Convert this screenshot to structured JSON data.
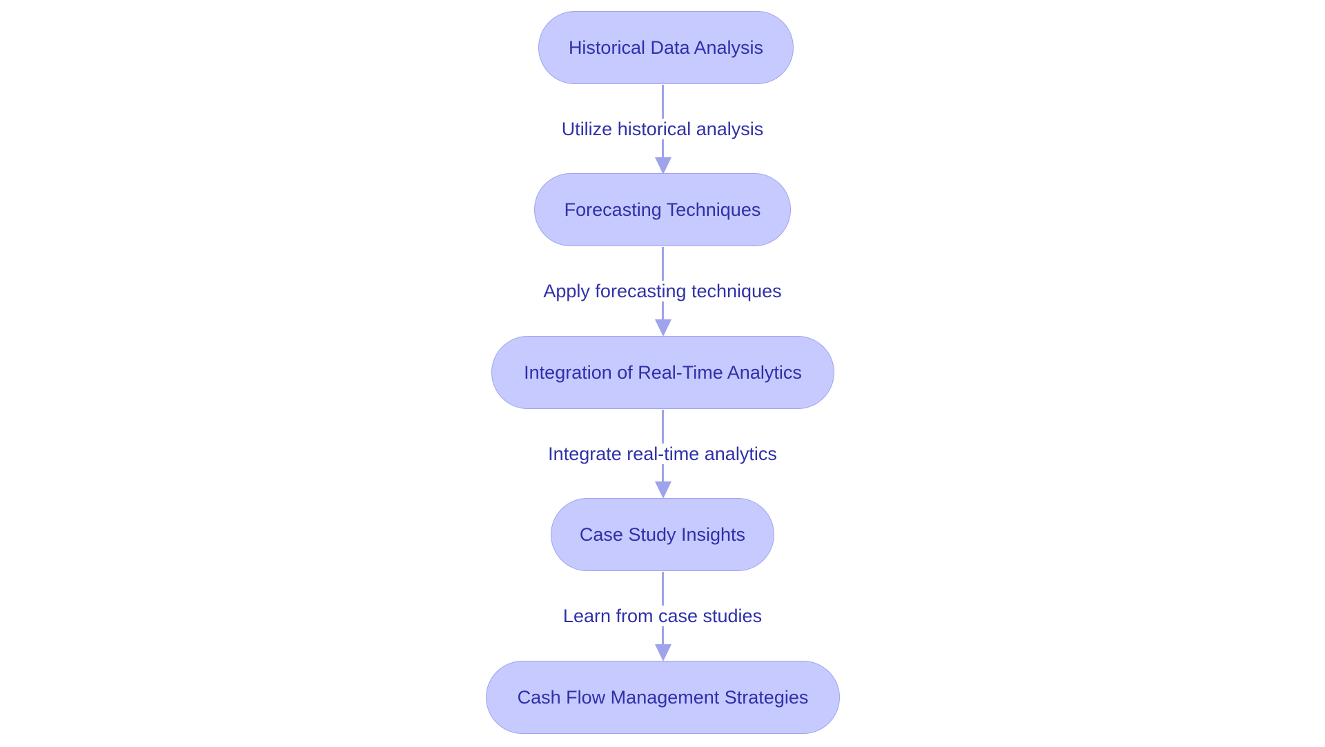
{
  "diagram": {
    "type": "flowchart",
    "direction": "top-to-bottom",
    "colors": {
      "node_fill": "#c7caff",
      "node_border": "#9ea3ec",
      "text": "#2f30a8",
      "edge": "#9ea3ec",
      "background": "#ffffff"
    },
    "nodes": [
      {
        "id": "n1",
        "label": "Historical Data Analysis"
      },
      {
        "id": "n2",
        "label": "Forecasting Techniques"
      },
      {
        "id": "n3",
        "label": "Integration of Real-Time Analytics"
      },
      {
        "id": "n4",
        "label": "Case Study Insights"
      },
      {
        "id": "n5",
        "label": "Cash Flow Management Strategies"
      }
    ],
    "edges": [
      {
        "from": "n1",
        "to": "n2",
        "label": "Utilize historical analysis"
      },
      {
        "from": "n2",
        "to": "n3",
        "label": "Apply forecasting techniques"
      },
      {
        "from": "n3",
        "to": "n4",
        "label": "Integrate real-time analytics"
      },
      {
        "from": "n4",
        "to": "n5",
        "label": "Learn from case studies"
      }
    ]
  }
}
